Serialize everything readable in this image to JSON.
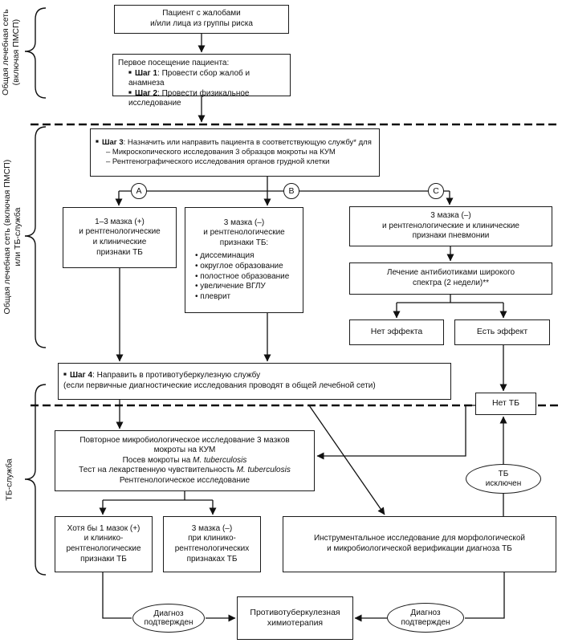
{
  "labels": {
    "top": "Общая лечебная сеть\n(включая ПМСП)",
    "middle": "Общая лечебная сеть (включая ПМСП)\nили ТБ-служба",
    "bottom": "ТБ-служба"
  },
  "markers": [
    "A",
    "B",
    "C"
  ],
  "nodes": {
    "patient": "Пациент с жалобами\nи/или лица из группы риска",
    "first_visit": {
      "title": "Первое посещение пациента:",
      "steps": [
        {
          "bullet": "■",
          "label": "Шаг 1",
          "text": ": Провести сбор жалоб и анамнеза"
        },
        {
          "bullet": "■",
          "label": "Шаг 2",
          "text": ": Провести физикальное исследование"
        }
      ]
    },
    "step3": {
      "bullet": "■",
      "label": "Шаг 3",
      "text": ": Назначить или направить пациента в соответствующую службу* для",
      "items": [
        "– Микроскопического исследования 3 образцов мокроты на КУМ",
        "– Рентгенографического исследования органов грудной клетки"
      ]
    },
    "branch_a": "1–3 мазка (+)\nи рентгенологические\nи клинические\nпризнаки ТБ",
    "branch_b": {
      "title": "3 мазка (–)\nи рентгенологические\nпризнаки ТБ:",
      "bullets": [
        "• диссеминация",
        "• округлое образование",
        "• полостное образование",
        "• увеличение ВГЛУ",
        "• плеврит"
      ]
    },
    "branch_c": "3 мазка (–)\nи рентгенологические и клинические\nпризнаки пневмонии",
    "antibiotics": "Лечение антибиотиками широкого\nспектра (2 недели)**",
    "no_effect": "Нет эффекта",
    "has_effect": "Есть эффект",
    "step4": {
      "bullet": "■",
      "label": "Шаг 4",
      "text": ": Направить в противотуберкулезную службу",
      "note": "(если первичные диагностические исследования проводят в общей лечебной сети)"
    },
    "no_tb": "Нет ТБ",
    "repeat_micro": {
      "line1": "Повторное микробиологическое исследование 3 мазков\nмокроты на КУМ",
      "line2_pre": "Посев мокроты на ",
      "line2_it": "M. tuberculosis",
      "line3_pre": "Тест на лекарственную чувствительность ",
      "line3_it": "M. tuberculosis",
      "line4": "Рентгенологическое исследование"
    },
    "smear_pos": "Хотя бы 1 мазок (+)\nи клинико-\nрентгенологические\nпризнаки ТБ",
    "smear_neg": "3 мазка (–)\nпри клинико-\nрентгенологических\nпризнаках ТБ",
    "instrumental": "Инструментальное исследование для морфологической\nи микробиологической верификации диагноза ТБ",
    "tb_excluded": "ТБ\nисключен",
    "diagnosis_left": "Диагноз\nподтвержден",
    "diagnosis_right": "Диагноз\nподтвержден",
    "chemo": "Противотуберкулезная\nхимиотерапия"
  }
}
